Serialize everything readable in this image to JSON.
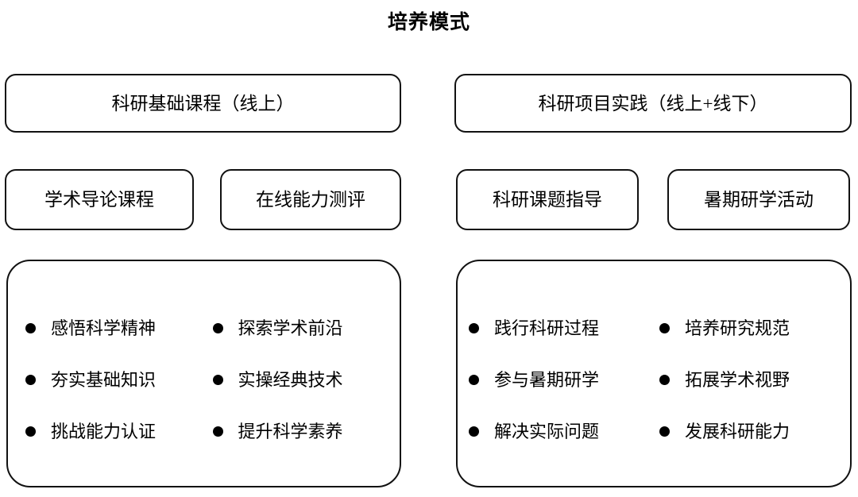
{
  "title": "培养模式",
  "columns": [
    {
      "id": "left",
      "header": "科研基础课程（线上）",
      "sub_items": [
        "学术导论课程",
        "在线能力测评"
      ],
      "bullets": [
        "感悟科学精神",
        "探索学术前沿",
        "夯实基础知识",
        "实操经典技术",
        "挑战能力认证",
        "提升科学素养"
      ]
    },
    {
      "id": "right",
      "header": "科研项目实践（线上+线下）",
      "sub_items": [
        "科研课题指导",
        "暑期研学活动"
      ],
      "bullets": [
        "践行科研过程",
        "培养研究规范",
        "参与暑期研学",
        "拓展学术视野",
        "解决实际问题",
        "发展科研能力"
      ]
    }
  ],
  "style": {
    "background": "#ffffff",
    "stroke": "#111111",
    "text": "#000000",
    "bullet": "#000000"
  }
}
